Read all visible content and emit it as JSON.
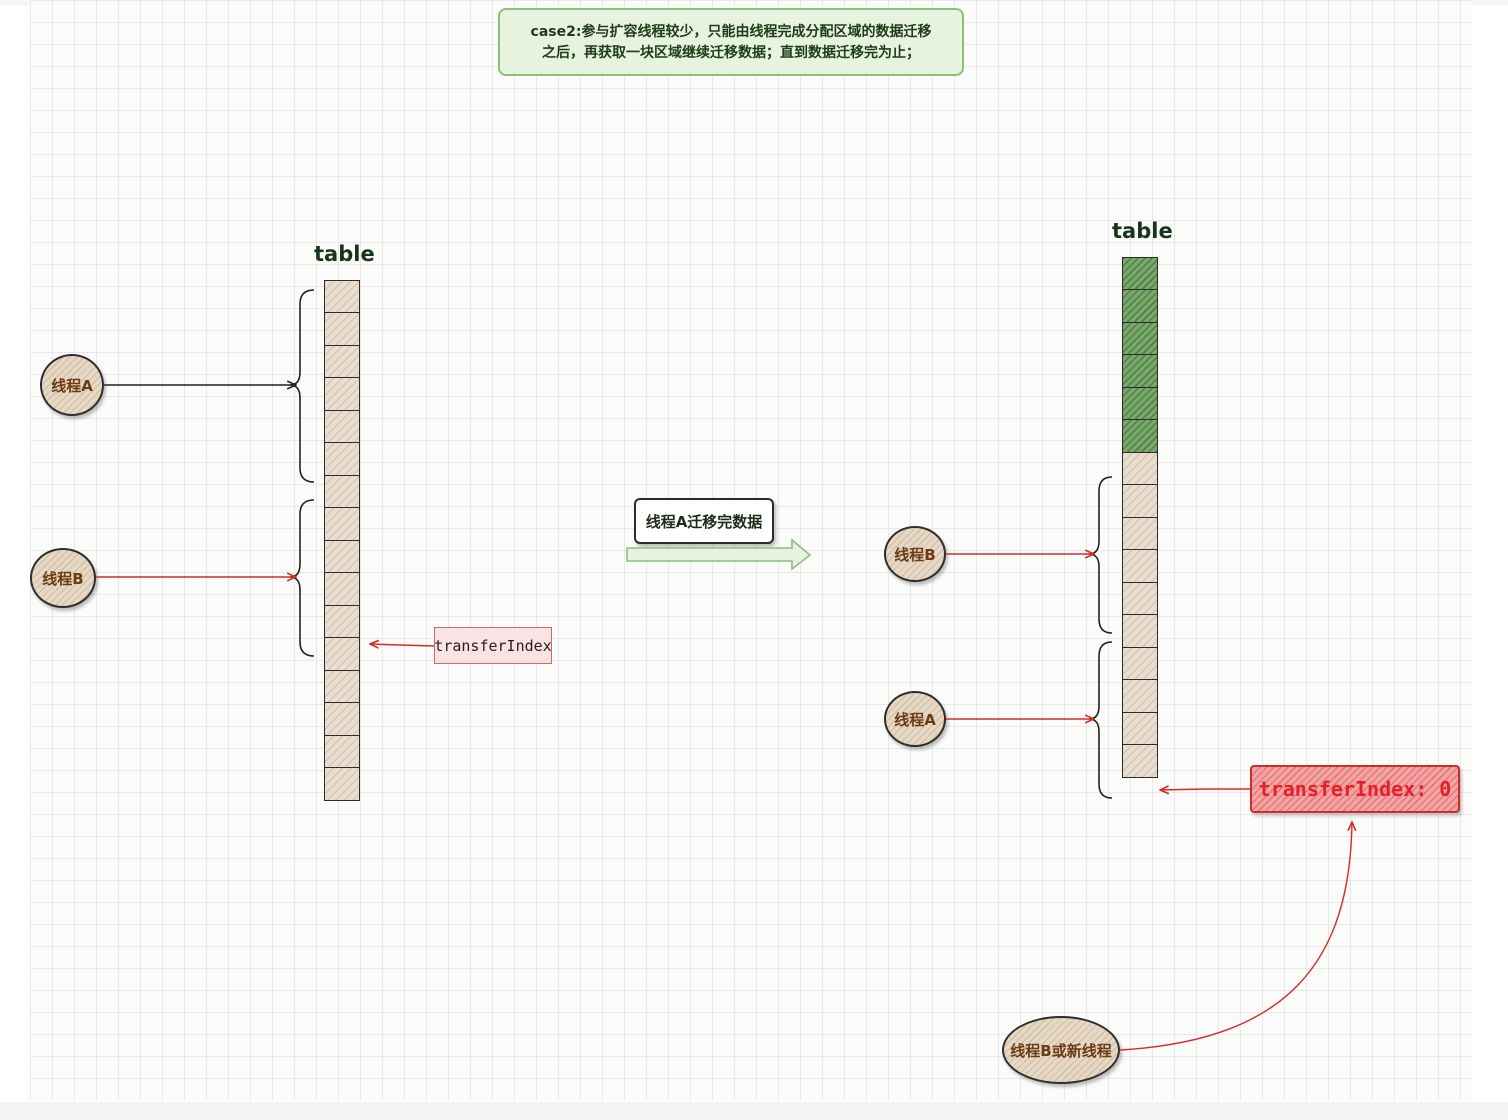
{
  "title": {
    "line1": "case2:参与扩容线程较少，只能由线程完成分配区域的数据迁移",
    "line2": "之后，再获取一块区域继续迁移数据；直到数据迁移完为止；"
  },
  "left_panel": {
    "table_label": "table",
    "cell_count": 16,
    "thread_a": "线程A",
    "thread_b": "线程B",
    "transfer_index_label": "transferIndex"
  },
  "middle": {
    "step_label": "线程A迁移完数据"
  },
  "right_panel": {
    "table_label": "table",
    "cell_count": 16,
    "completed_cells": 6,
    "thread_b": "线程B",
    "thread_a": "线程A",
    "transfer_index_label": "transferIndex: 0",
    "new_thread": "线程B或新线程"
  },
  "colors": {
    "pending_cell": "#e8ddcf",
    "completed_cell": "#7aa86a",
    "arrow_red": "#d62a2a",
    "arrow_black": "#222222",
    "arrow_green": "#8cbf7c"
  }
}
